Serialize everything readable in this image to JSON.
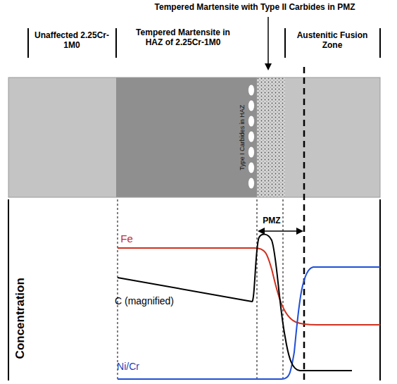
{
  "diagram": {
    "labels": [
      "Tempered Martensite with Type II Carbides in PMZ",
      "Unaffected 2.25Cr-1M0",
      "Tempered Martensite in HAZ of 2.25Cr-1M0",
      "Austenitic Fusion Zone",
      "Type I Carbides in HAZ",
      "PMZ",
      "Fe",
      "C (magnified)",
      "Ni/Cr",
      "Concentration"
    ]
  }
}
